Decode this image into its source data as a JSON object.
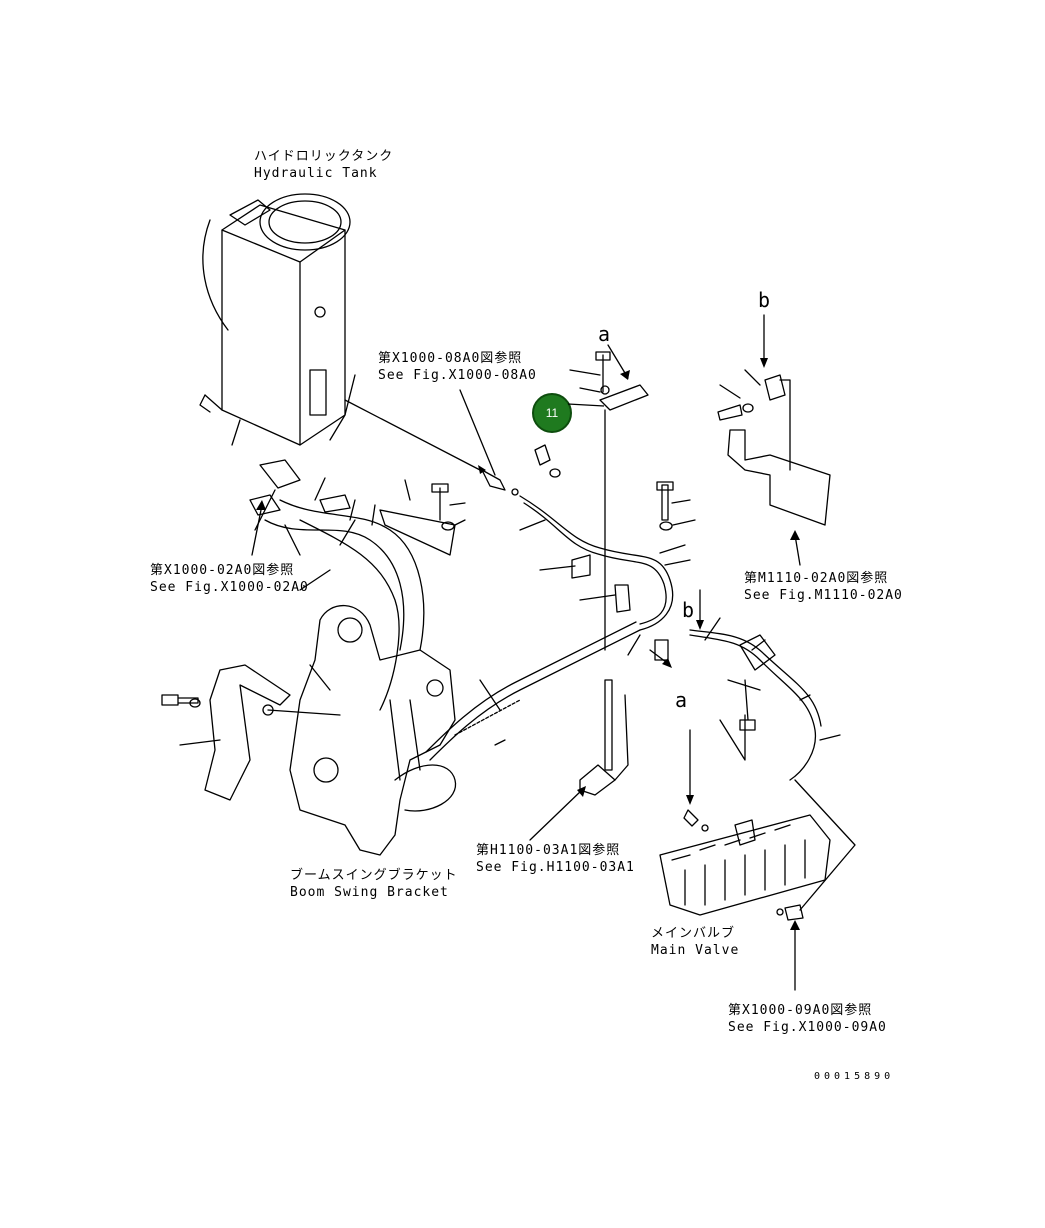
{
  "labels": {
    "hydraulic_tank": {
      "jp": "ハイドロリックタンク",
      "en": "Hydraulic Tank"
    },
    "ref_x1000_08a0": {
      "jp": "第X1000-08A0図参照",
      "en": "See Fig.X1000-08A0"
    },
    "ref_x1000_02a0": {
      "jp": "第X1000-02A0図参照",
      "en": "See Fig.X1000-02A0"
    },
    "ref_m1110_02a0": {
      "jp": "第M1110-02A0図参照",
      "en": "See Fig.M1110-02A0"
    },
    "ref_h1100_03a1": {
      "jp": "第H1100-03A1図参照",
      "en": "See Fig.H1100-03A1"
    },
    "boom_swing_bracket": {
      "jp": "ブームスイングブラケット",
      "en": "Boom Swing Bracket"
    },
    "main_valve": {
      "jp": "メインバルブ",
      "en": "Main Valve"
    },
    "ref_x1000_09a0": {
      "jp": "第X1000-09A0図参照",
      "en": "See Fig.X1000-09A0"
    }
  },
  "markers": {
    "a": "a",
    "b": "b"
  },
  "callout": {
    "number": "11",
    "color": "#1f7a1f"
  },
  "drawing_number": "00015890"
}
